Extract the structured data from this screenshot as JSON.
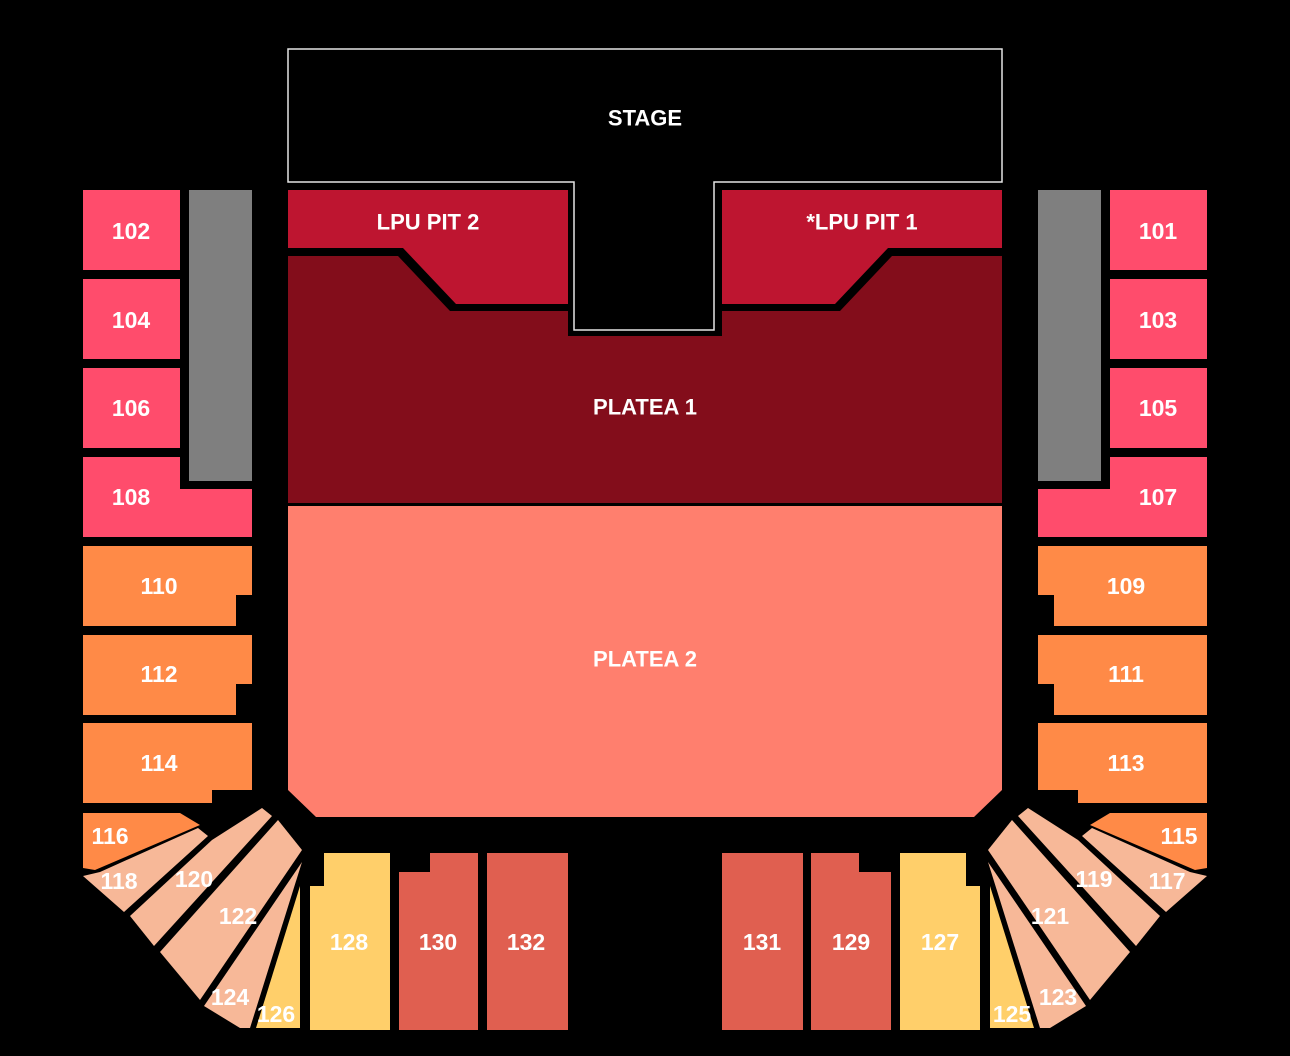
{
  "stage": {
    "label": "STAGE"
  },
  "colors": {
    "background": "#000000",
    "pit": "#BE1530",
    "platea1": "#830D1B",
    "platea2": "#FF7F6E",
    "pink": "#FF4C6C",
    "orange": "#FF8A47",
    "peach": "#F7B898",
    "yellow": "#FFCF6A",
    "coral": "#E05F50",
    "blocked": "#7F7F7F"
  },
  "floor": {
    "pit2": "LPU PIT 2",
    "pit1": "*LPU PIT 1",
    "platea1": "PLATEA 1",
    "platea2": "PLATEA 2"
  },
  "sections": {
    "s101": "101",
    "s102": "102",
    "s103": "103",
    "s104": "104",
    "s105": "105",
    "s106": "106",
    "s107": "107",
    "s108": "108",
    "s109": "109",
    "s110": "110",
    "s111": "111",
    "s112": "112",
    "s113": "113",
    "s114": "114",
    "s115": "115",
    "s116": "116",
    "s117": "117",
    "s118": "118",
    "s119": "119",
    "s120": "120",
    "s121": "121",
    "s122": "122",
    "s123": "123",
    "s124": "124",
    "s125": "125",
    "s126": "126",
    "s127": "127",
    "s128": "128",
    "s129": "129",
    "s130": "130",
    "s131": "131",
    "s132": "132"
  }
}
